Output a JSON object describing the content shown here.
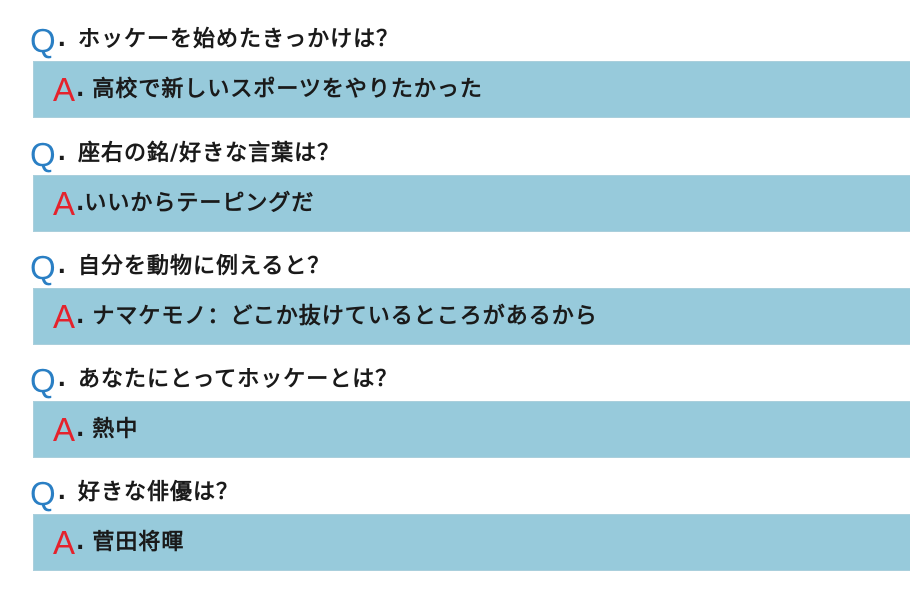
{
  "q_prefix": "Q",
  "a_prefix": "A",
  "punct": ".",
  "items": [
    {
      "question": "ホッケーを始めたきっかけは？",
      "answer": "高校で新しいスポーツをやりたかった"
    },
    {
      "question": "座右の銘/好きな言葉は？",
      "answer": "いいからテーピングだ"
    },
    {
      "question": "自分を動物に例えると？",
      "answer": "ナマケモノ：どこか抜けているところがあるから"
    },
    {
      "question": "あなたにとってホッケーとは？",
      "answer": "熱中"
    },
    {
      "question": "好きな俳優は？",
      "answer": "菅田将暉"
    }
  ]
}
